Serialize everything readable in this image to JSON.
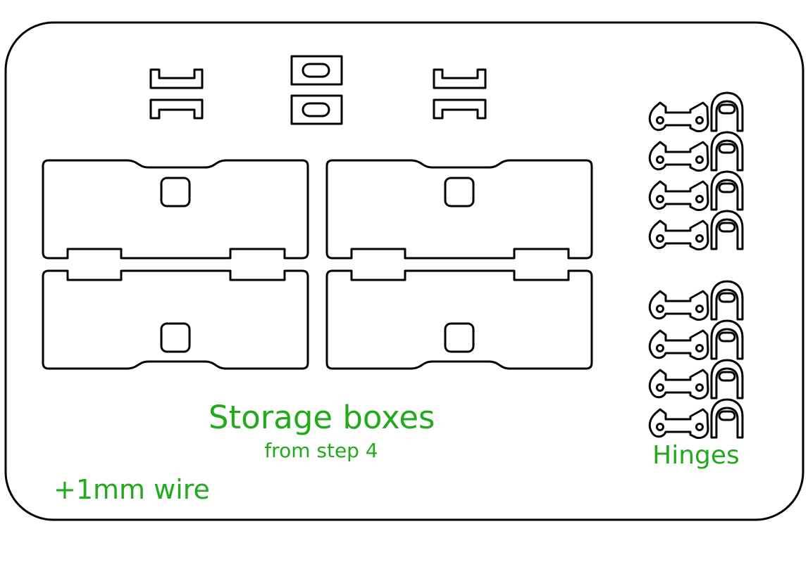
{
  "labels": {
    "storage_title": "Storage boxes",
    "storage_subtitle": "from step 4",
    "hinges": "Hinges",
    "wire": "+1mm wire"
  },
  "colors": {
    "label": "#22aa1c",
    "outline": "#000000",
    "background": "#ffffff"
  },
  "parts": {
    "clips": 2,
    "tabs": 2,
    "box_lid_pairs": 2,
    "hinges": 8
  }
}
